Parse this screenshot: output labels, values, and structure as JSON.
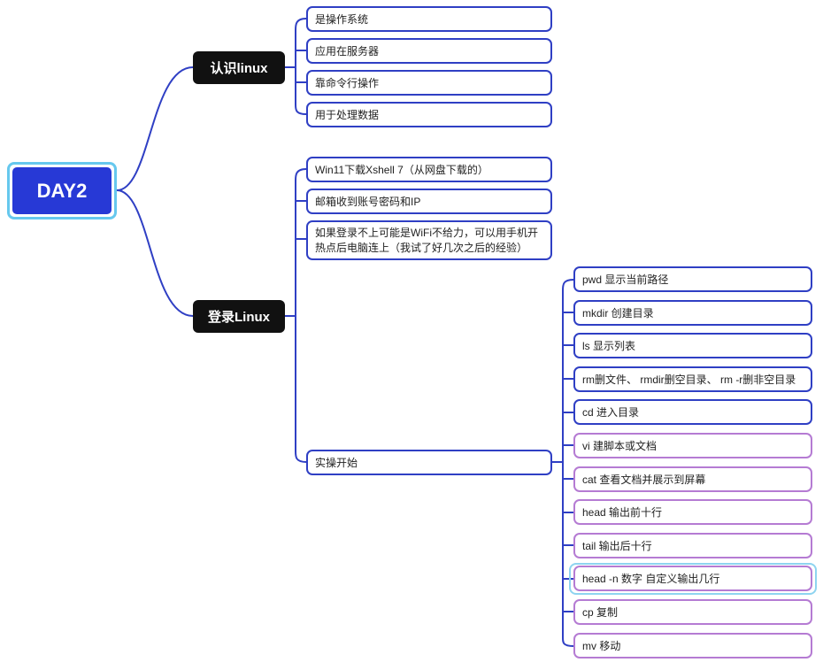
{
  "root": {
    "label": "DAY2"
  },
  "branches": [
    {
      "label": "认识linux",
      "children": [
        "是操作系统",
        "应用在服务器",
        "靠命令行操作",
        "用于处理数据"
      ]
    },
    {
      "label": "登录Linux",
      "children": [
        "Win11下载Xshell 7（从网盘下载的）",
        "邮箱收到账号密码和IP",
        "如果登录不上可能是WiFi不给力，可以用手机开热点后电脑连上（我试了好几次之后的经验）",
        "实操开始"
      ]
    }
  ],
  "commands": [
    "pwd 显示当前路径",
    "mkdir 创建目录",
    "ls 显示列表",
    "rm删文件、 rmdir删空目录、 rm -r删非空目录",
    "cd 进入目录",
    "vi 建脚本或文档",
    "cat 查看文档并展示到屏幕",
    "head 输出前十行",
    "tail 输出后十行",
    "head -n 数字 自定义输出几行",
    "cp 复制",
    "mv 移动"
  ],
  "colors": {
    "root_fill": "#2739D6",
    "root_outline": "#66C8EE",
    "branch_fill": "#111111",
    "line_blue": "#2F3FC4",
    "line_purple": "#B57BD3",
    "selection": "#8ED4F0"
  }
}
